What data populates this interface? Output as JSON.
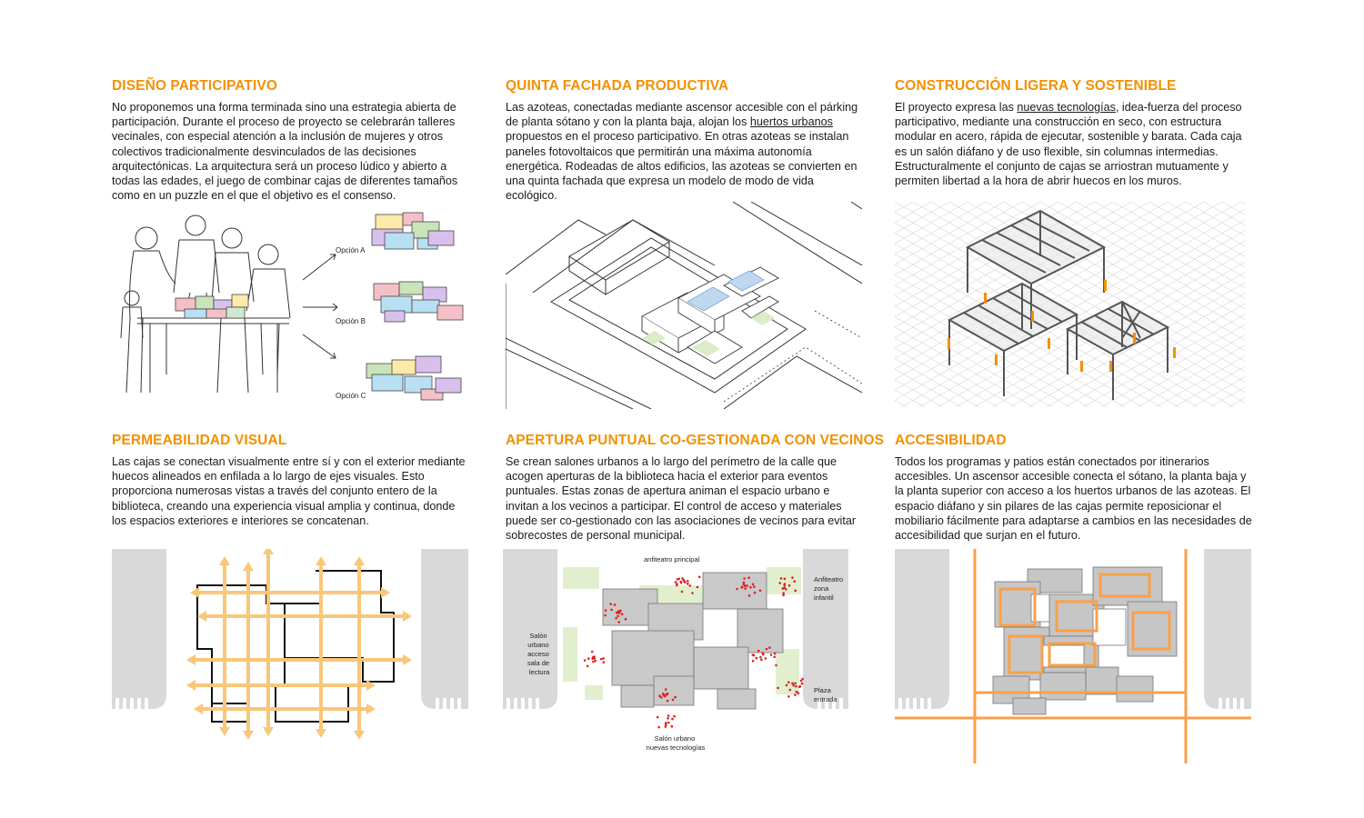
{
  "accent_color": "#f39000",
  "panels": [
    {
      "title": "DISEÑO PARTICIPATIVO",
      "text": "No proponemos una forma terminada sino una estrategia abierta de participación. Durante el proceso de proyecto se celebrarán talleres vecinales, con especial atención a la inclusión de mujeres y otros colectivos tradicionalmente desvinculados de las decisiones arquitectónicas. La arquitectura será un proceso lúdico y abierto a todas las edades, el juego de combinar cajas de diferentes tamaños como en un puzzle en el que el objetivo es el consenso.",
      "labels": [
        "Opción A",
        "Opción B",
        "Opción C"
      ]
    },
    {
      "title": "QUINTA FACHADA PRODUCTIVA",
      "text_before": "Las azoteas, conectadas mediante ascensor accesible con el párking de planta sótano y con la planta baja, alojan los ",
      "text_link": "huertos urbanos",
      "text_after": " propuestos en el proceso participativo. En otras azoteas se instalan paneles fotovoltaicos que permitirán una máxima autonomía energética. Rodeadas de altos edificios, las azoteas se convierten en una quinta fachada que expresa un modelo de modo de vida ecológico."
    },
    {
      "title": "CONSTRUCCIÓN LIGERA Y SOSTENIBLE",
      "text_before": "El proyecto expresa las ",
      "text_link": "nuevas tecnologías",
      "text_after": ", idea-fuerza del proceso participativo, mediante una construcción en seco, con estructura modular en acero, rápida de ejecutar, sostenible y barata. Cada caja es un salón diáfano y de uso flexible, sin columnas intermedias. Estructuralmente el conjunto de cajas se arriostran mutuamente y permiten libertad a la hora de abrir huecos en los muros."
    },
    {
      "title": "PERMEABILIDAD VISUAL",
      "text": "Las cajas se conectan visualmente entre sí y con el exterior mediante huecos alineados en enfilada a lo largo de ejes visuales. Esto proporciona numerosas vistas a través del conjunto entero de la biblioteca, creando una experiencia visual amplia y continua, donde los espacios exteriores e interiores se concatenan."
    },
    {
      "title": "APERTURA PUNTUAL CO-GESTIONADA CON VECINOS",
      "text": "Se crean  salones urbanos a lo largo del perímetro de la calle que acogen aperturas de la biblioteca hacia el exterior para eventos puntuales. Estas zonas de apertura animan el espacio urbano e invitan a los vecinos a participar. El control de acceso y materiales puede ser co-gestionado con las asociaciones de vecinos para evitar sobrecostes de personal municipal.",
      "labels": {
        "anfiteatro_principal": "anfiteatro principal",
        "anfiteatro_infantil": [
          "Anfiteatro",
          "zona",
          "infantil"
        ],
        "salon_lectura": [
          "Salón",
          "urbano",
          "acceso",
          "sala de",
          "lectura"
        ],
        "plaza_entrada": [
          "Plaza",
          "entrada"
        ],
        "salon_tecnologias": [
          "Salón urbano",
          "nuevas tecnologías"
        ]
      }
    },
    {
      "title": "ACCESIBILIDAD",
      "text": "Todos los programas y patios están conectados por itinerarios accesibles. Un ascensor accesible conecta el sótano, la planta baja y la planta superior con acceso a los huertos urbanos de las azoteas. El espacio diáfano y sin pilares de las cajas permite reposicionar el mobiliario fácilmente para adaptarse a cambios en las necesidades de accesibilidad que surjan en el futuro."
    }
  ]
}
